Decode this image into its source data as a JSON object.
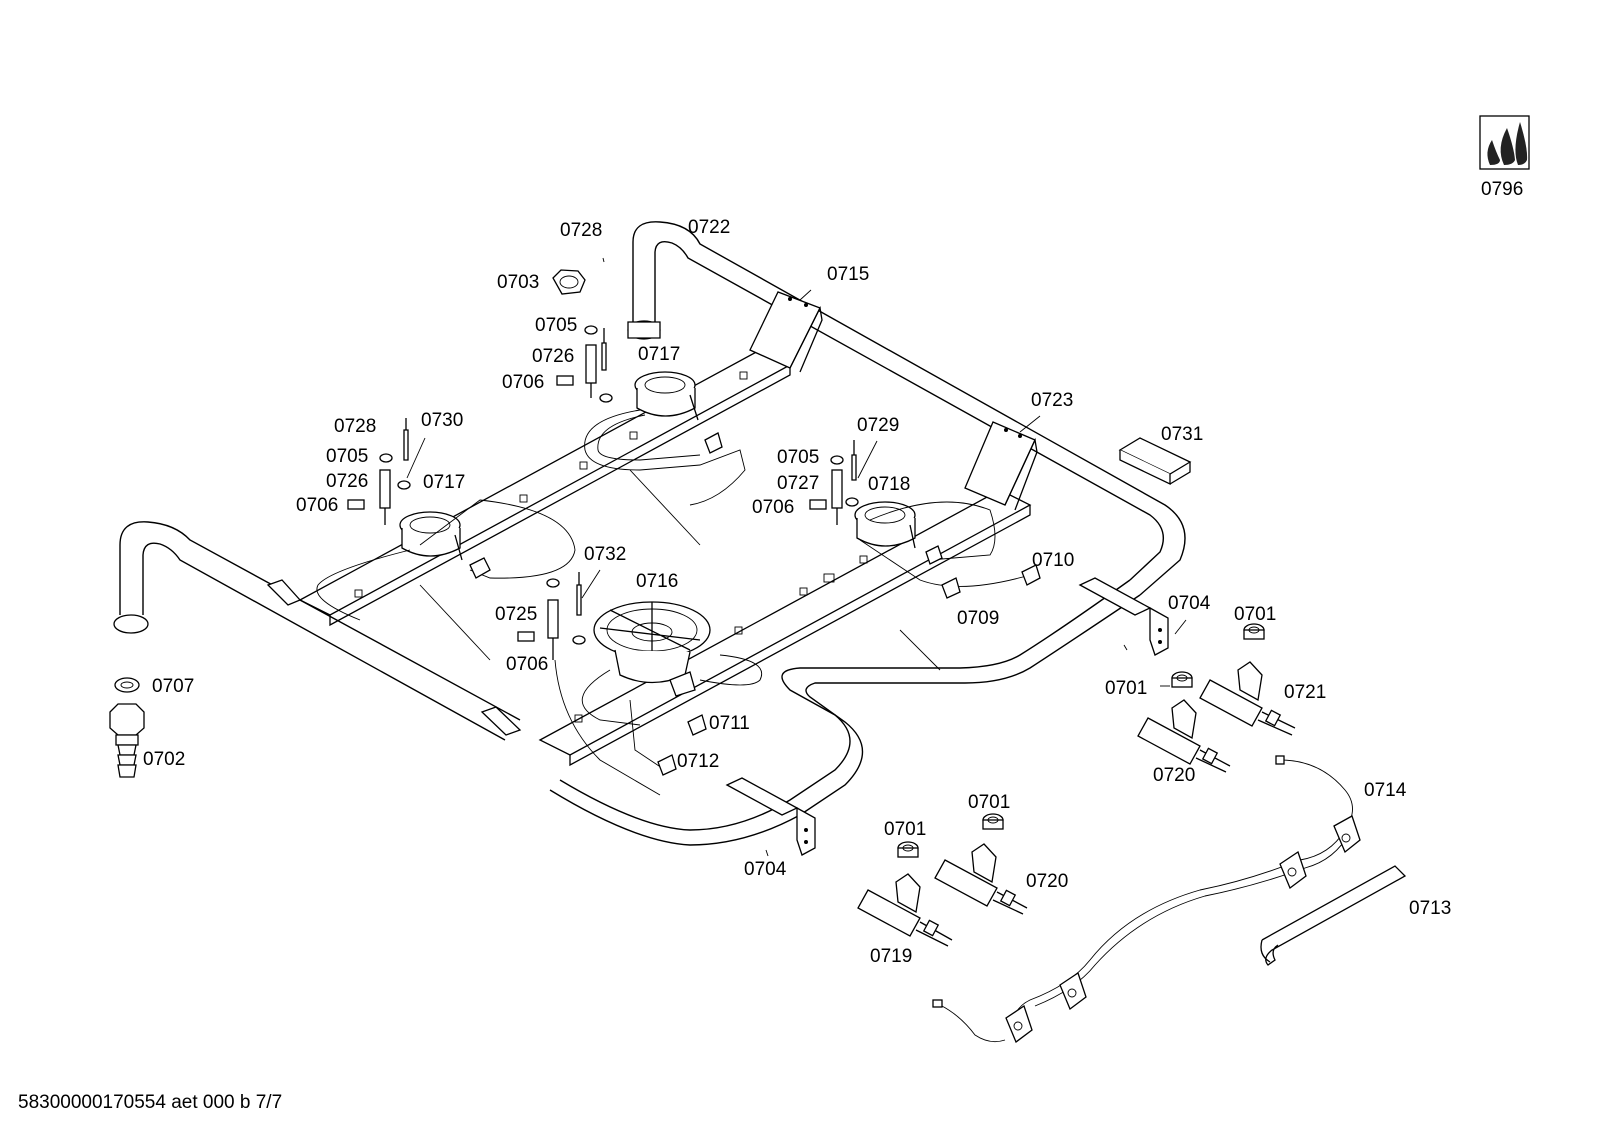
{
  "labels": {
    "p0796": "0796",
    "p0722": "0722",
    "p0728_a": "0728",
    "p0703": "0703",
    "p0705_a": "0705",
    "p0726_a": "0726",
    "p0706_a": "0706",
    "p0717_a": "0717",
    "p0715": "0715",
    "p0723": "0723",
    "p0731": "0731",
    "p0728_b": "0728",
    "p0730": "0730",
    "p0705_b": "0705",
    "p0726_b": "0726",
    "p0706_b": "0706",
    "p0717_b": "0717",
    "p0729": "0729",
    "p0705_c": "0705",
    "p0727": "0727",
    "p0706_c": "0706",
    "p0718": "0718",
    "p0710": "0710",
    "p0732": "0732",
    "p0716": "0716",
    "p0725": "0725",
    "p0706_d": "0706",
    "p0709": "0709",
    "p0704_a": "0704",
    "p0701_a": "0701",
    "p0701_b": "0701",
    "p0721": "0721",
    "p0707": "0707",
    "p0711": "0711",
    "p0702": "0702",
    "p0720_a": "0720",
    "p0712": "0712",
    "p0714": "0714",
    "p0701_c": "0701",
    "p0701_d": "0701",
    "p0720_b": "0720",
    "p0704_b": "0704",
    "p0713": "0713",
    "p0719": "0719"
  },
  "footer": "58300000170554 aet 000 b 7/7"
}
